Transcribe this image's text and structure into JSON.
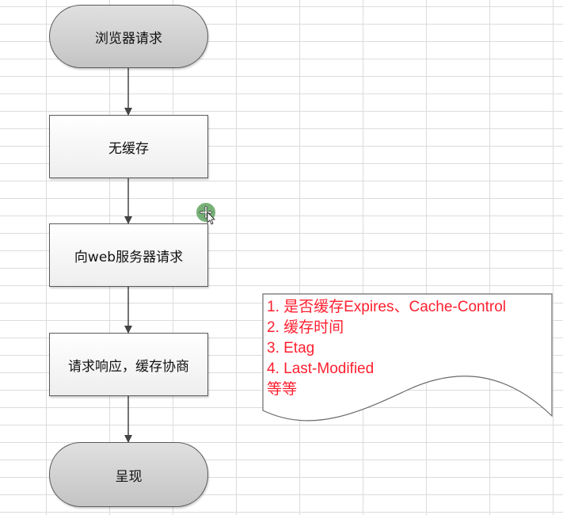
{
  "flowchart": {
    "nodes": [
      {
        "id": "browser-request",
        "shape": "terminal",
        "label": "浏览器请求"
      },
      {
        "id": "no-cache",
        "shape": "process",
        "label": "无缓存"
      },
      {
        "id": "request-web-server",
        "shape": "process",
        "label": "向web服务器请求"
      },
      {
        "id": "response-negotiate",
        "shape": "process",
        "label": "请求响应，缓存协商"
      },
      {
        "id": "render",
        "shape": "terminal",
        "label": "呈现"
      }
    ],
    "edges": [
      {
        "from": "browser-request",
        "to": "no-cache"
      },
      {
        "from": "no-cache",
        "to": "request-web-server"
      },
      {
        "from": "request-web-server",
        "to": "response-negotiate"
      },
      {
        "from": "response-negotiate",
        "to": "render"
      }
    ]
  },
  "note": {
    "lines": [
      "1. 是否缓存Expires、Cache-Control",
      "2. 缓存时间",
      "3. Etag",
      "4. Last-Modified",
      "等等"
    ],
    "text_color": "#ff1f2f"
  },
  "cursor": {
    "icon": "move-cursor-icon",
    "color": "#5fa35f"
  }
}
